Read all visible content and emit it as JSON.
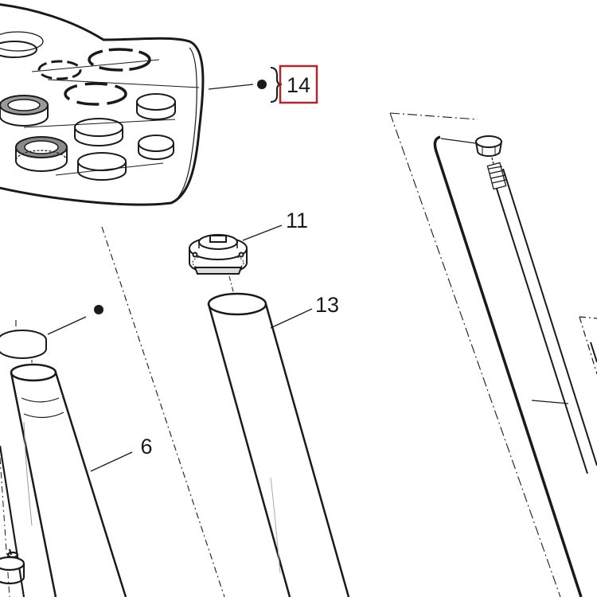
{
  "labels": {
    "part_6": "6",
    "part_11": "11",
    "part_13": "13",
    "part_14": "14"
  },
  "colors": {
    "line": "#1a1a1a",
    "highlight": "#b3262d",
    "seal_gray": "#777777",
    "background": "#ffffff"
  }
}
